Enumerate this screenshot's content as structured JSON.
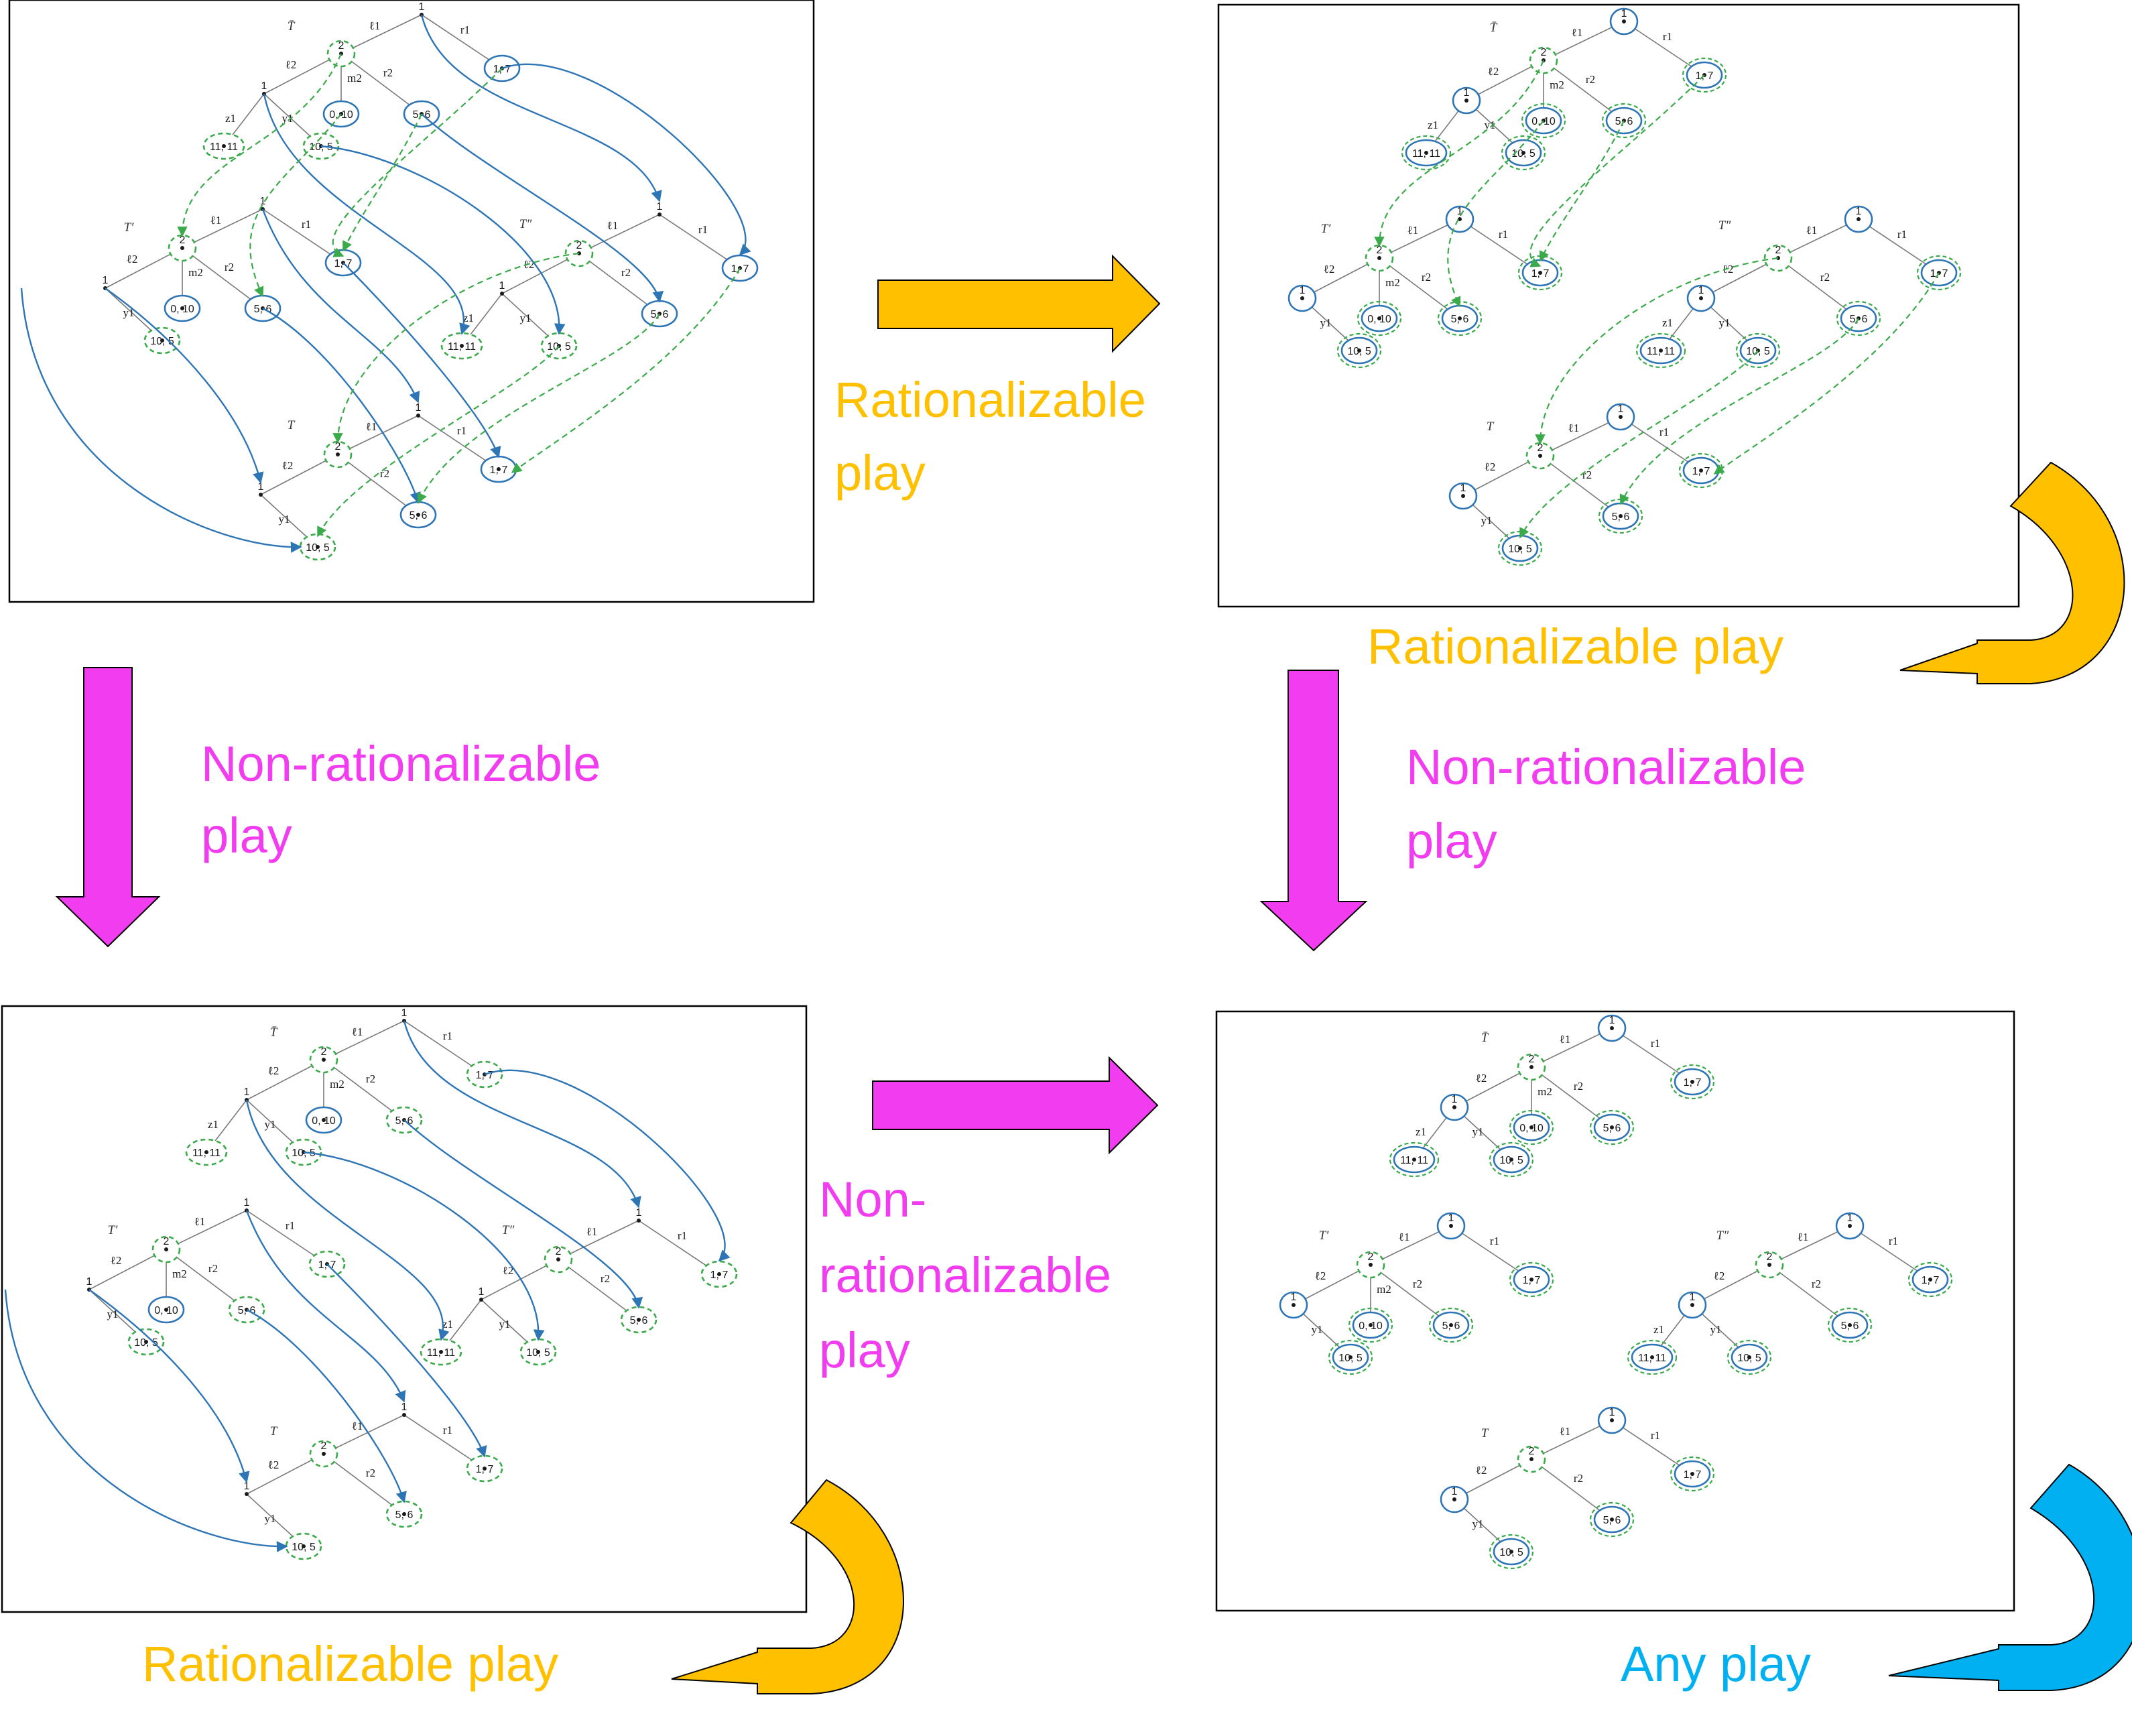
{
  "colors": {
    "rationalizable": "#FFC000",
    "non_rationalizable": "#F23CEF",
    "any_play": "#00B0F0",
    "player1_node": "#2E75B6",
    "player2_node": "#3BAA4A"
  },
  "captions": {
    "top_middle": [
      "Rationalizable",
      "play"
    ],
    "top_right_below": "Rationalizable play",
    "left_middle": [
      "Non-rationalizable",
      "play"
    ],
    "right_middle": [
      "Non-rationalizable",
      "play"
    ],
    "bottom_middle": [
      "Non-",
      "rationalizable",
      "play"
    ],
    "bottom_left_below": "Rationalizable play",
    "bottom_right_below": "Any play"
  },
  "trees": {
    "names": {
      "bar": "T̄",
      "prime": "T′",
      "dprime": "T″",
      "base": "T"
    },
    "players": {
      "one": "1",
      "two": "2"
    },
    "actions": {
      "l1": "ℓ1",
      "r1": "r1",
      "l2": "ℓ2",
      "m2": "m2",
      "r2": "r2",
      "z1": "z1",
      "y1": "y1"
    },
    "payoffs": {
      "p17": "1, 7",
      "p010": "0, 10",
      "p56": "5, 6",
      "p1111": "11, 11",
      "p105": "10, 5"
    }
  },
  "panels": [
    {
      "id": "top-left",
      "scheme": "full",
      "arrows": "blue+green"
    },
    {
      "id": "top-right",
      "scheme": "two-refined",
      "arrows": "green"
    },
    {
      "id": "bottom-left",
      "scheme": "one-refined",
      "arrows": "blue"
    },
    {
      "id": "bottom-right",
      "scheme": "both-refined",
      "arrows": "none"
    }
  ]
}
